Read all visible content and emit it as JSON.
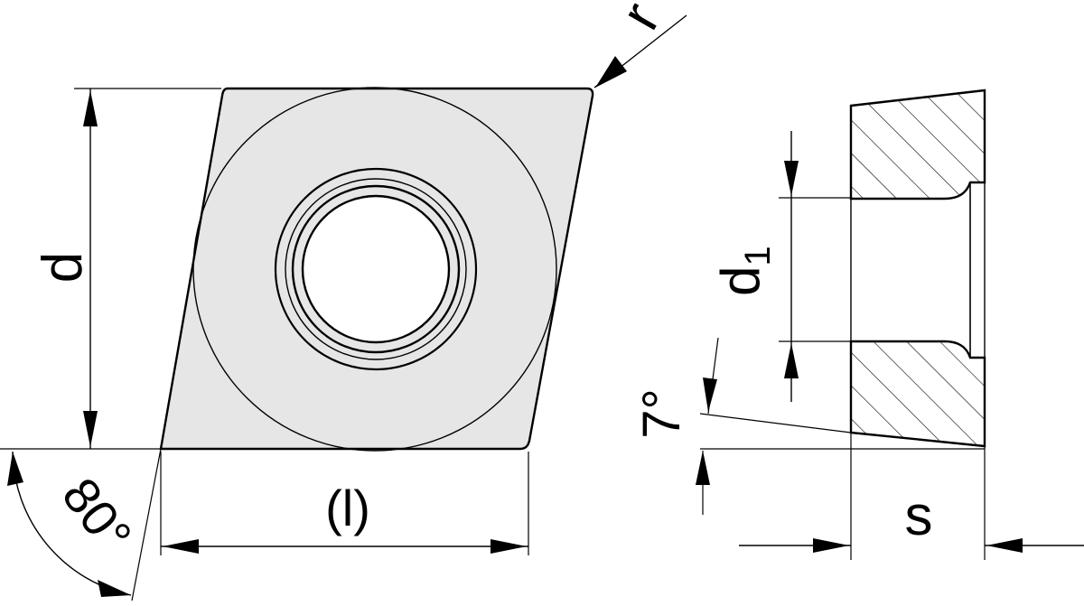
{
  "labels": {
    "d": "d",
    "r": "r",
    "l": "(l)",
    "angle_80": "80°",
    "d1_main": "d",
    "d1_sub": "1",
    "angle_7": "7°",
    "s": "s"
  },
  "colors": {
    "fill": "#e6e6e6",
    "line": "#000000",
    "hatch": "#000000"
  }
}
